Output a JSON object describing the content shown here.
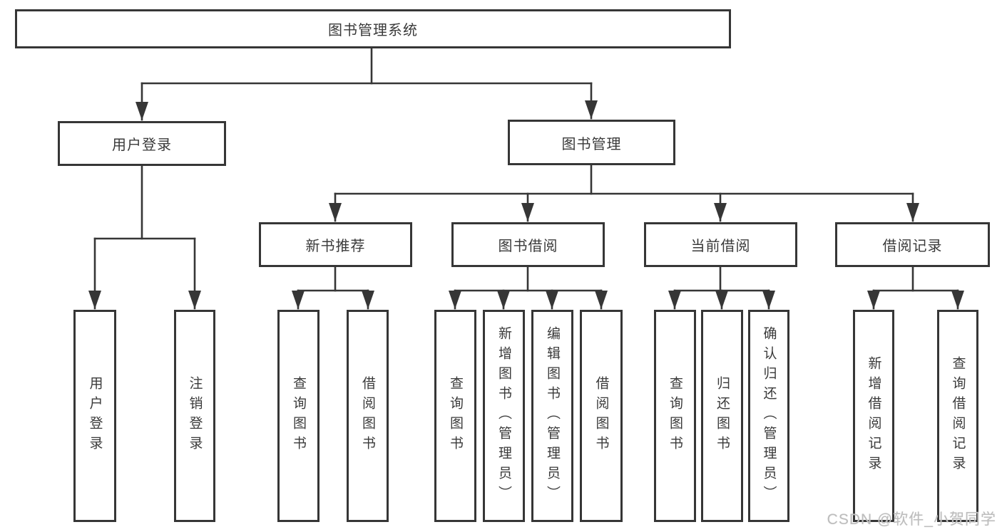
{
  "colors": {
    "line": "#363636",
    "text": "#3a3a3a",
    "watermark": "#bdbdbd",
    "background": "#ffffff"
  },
  "tree": {
    "root": {
      "label": "图书管理系统"
    },
    "branches": [
      {
        "label": "用户登录",
        "children": [
          {
            "label": "用户登录"
          },
          {
            "label": "注销登录"
          }
        ]
      },
      {
        "label": "图书管理",
        "children": [
          {
            "label": "新书推荐",
            "children": [
              {
                "label": "查询图书"
              },
              {
                "label": "借阅图书"
              }
            ]
          },
          {
            "label": "图书借阅",
            "children": [
              {
                "label": "查询图书"
              },
              {
                "label": "新增图书（管理员）"
              },
              {
                "label": "编辑图书（管理员）"
              },
              {
                "label": "借阅图书"
              }
            ]
          },
          {
            "label": "当前借阅",
            "children": [
              {
                "label": "查询图书"
              },
              {
                "label": "归还图书"
              },
              {
                "label": "确认归还（管理员）"
              }
            ]
          },
          {
            "label": "借阅记录",
            "children": [
              {
                "label": "新增借阅记录"
              },
              {
                "label": "查询借阅记录"
              }
            ]
          }
        ]
      }
    ]
  },
  "watermark": {
    "text": "CSDN @软件_小贺同学"
  }
}
